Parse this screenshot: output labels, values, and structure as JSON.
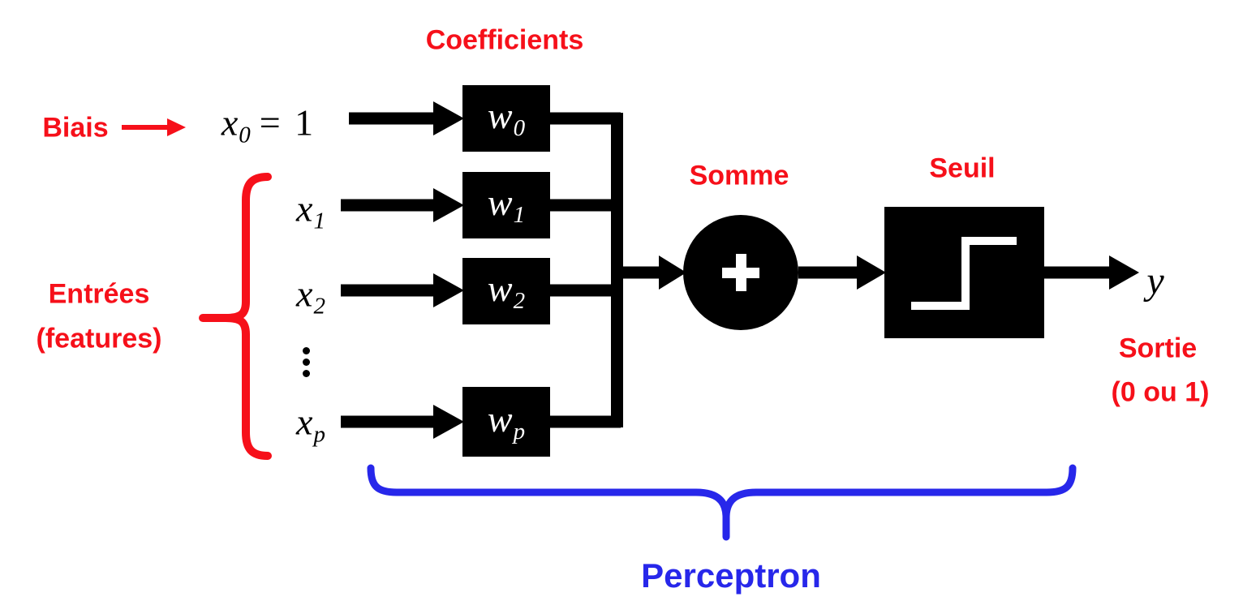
{
  "colors": {
    "red": "#F6101A",
    "blue": "#2727EA",
    "black": "#000000",
    "white": "#FFFFFF"
  },
  "labels": {
    "coefficients": "Coefficients",
    "bias": "Biais",
    "inputs_title": "Entrées",
    "inputs_subtitle": "(features)",
    "sum": "Somme",
    "threshold": "Seuil",
    "output_title": "Sortie",
    "output_subtitle": "(0 ou 1)",
    "perceptron": "Perceptron"
  },
  "bias_input": {
    "base": "x",
    "sub": "0",
    "value": "= 1"
  },
  "inputs": [
    {
      "base": "x",
      "sub": "1"
    },
    {
      "base": "x",
      "sub": "2"
    },
    {
      "base": "x",
      "sub": "p"
    }
  ],
  "weights": [
    {
      "base": "w",
      "sub": "0"
    },
    {
      "base": "w",
      "sub": "1"
    },
    {
      "base": "w",
      "sub": "2"
    },
    {
      "base": "w",
      "sub": "p"
    }
  ],
  "output_variable": "y",
  "icons": {
    "plus_icon": "+",
    "step_function_icon": "step-function",
    "vertical_ellipsis_icon": "⋮"
  }
}
